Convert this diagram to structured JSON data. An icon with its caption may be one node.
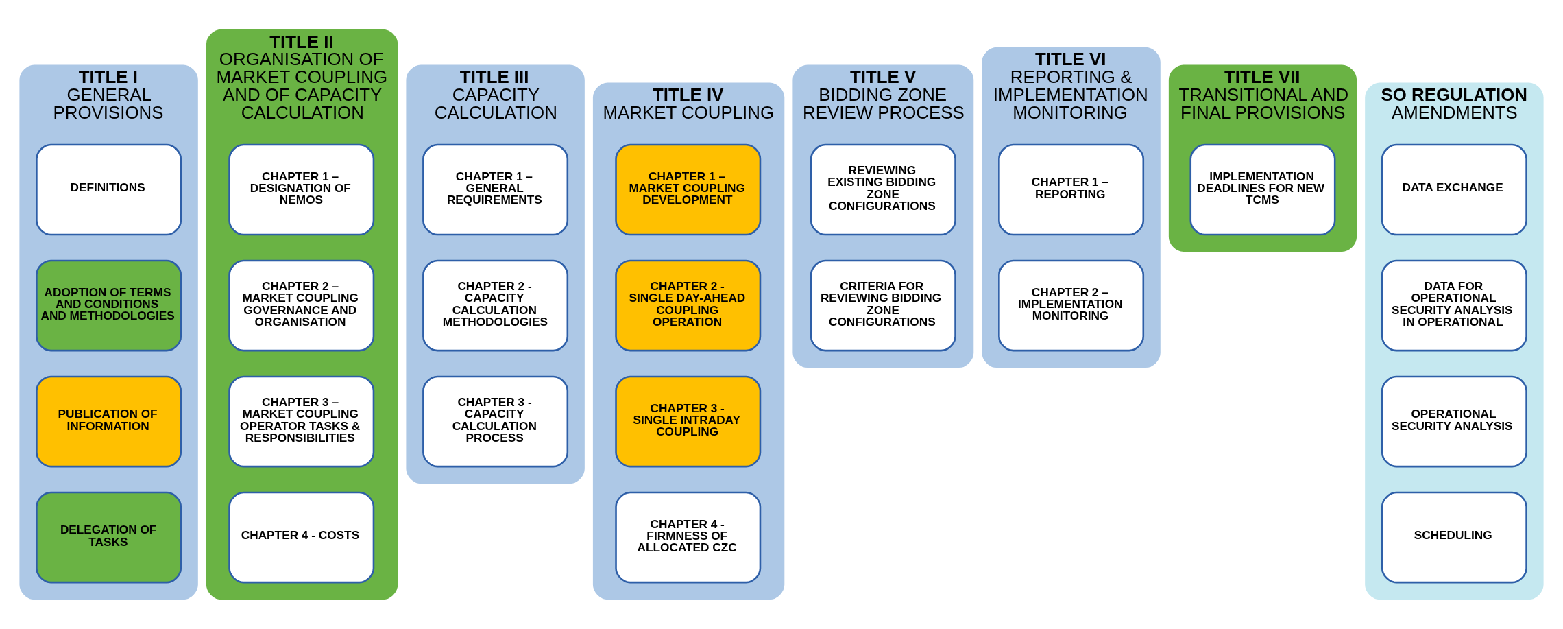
{
  "diagram": {
    "nodes": [
      {
        "text": [
          "TITLE I",
          "GENERAL PROVISIONS"
        ]
      },
      {
        "text": [
          "DEFINITIONS"
        ],
        "in": 0
      },
      {
        "text": [
          "ADOPTION OF TERMS AND CONDITIONS AND METHODOLOGIES"
        ],
        "in": 0
      },
      {
        "text": [
          "PUBLICATION OF INFORMATION"
        ],
        "in": 0
      },
      {
        "text": [
          "DELEGATION OF TASKS"
        ],
        "in": 0
      },
      {
        "text": [
          "TITLE II",
          "ORGANISATION OF MARKET COUPLING AND OF CAPACITY CALCULATION"
        ]
      },
      {
        "text": [
          "CHAPTER 1 – DESIGNATION OF NEMOS"
        ],
        "in": 5
      },
      {
        "text": [
          "CHAPTER 2 – MARKET COUPLING GOVERNANCE AND ORGANISATION"
        ],
        "in": 5
      },
      {
        "text": [
          "CHAPTER 3 – MARKET COUPLING OPERATOR TASKS & RESPONSIBILITIES"
        ],
        "in": 5
      },
      {
        "text": [
          "CHAPTER 4 - COSTS"
        ],
        "in": 5
      },
      {
        "text": [
          "TITLE III",
          "CAPACITY CALCULATION"
        ]
      },
      {
        "text": [
          "CHAPTER 1 – GENERAL REQUIREMENTS"
        ],
        "in": 10
      },
      {
        "text": [
          "CHAPTER 2 - CAPACITY CALCULATION METHODOLOGIES"
        ],
        "in": 10
      },
      {
        "text": [
          "CHAPTER 3 - CAPACITY CALCULATION PROCESS"
        ],
        "in": 10
      },
      {
        "text": [
          "TITLE IV",
          "MARKET COUPLING"
        ]
      },
      {
        "text": [
          "CHAPTER 1 – MARKET COUPLING DEVELOPMENT"
        ],
        "in": 14
      },
      {
        "text": [
          "CHAPTER 2 - SINGLE DAY-AHEAD COUPLING OPERATION"
        ],
        "in": 14
      },
      {
        "text": [
          "CHAPTER 3 - SINGLE INTRADAY COUPLING"
        ],
        "in": 14
      },
      {
        "text": [
          "CHAPTER 4 - FIRMNESS OF ALLOCATED CZC"
        ],
        "in": 14
      },
      {
        "text": [
          "TITLE V",
          "BIDDING ZONE REVIEW PROCESS"
        ]
      },
      {
        "text": [
          "REVIEWING EXISTING BIDDING ZONE CONFIGURATIONS"
        ],
        "in": 19
      },
      {
        "text": [
          "CRITERIA FOR REVIEWING BIDDING ZONE CONFIGURATIONS"
        ],
        "in": 19
      },
      {
        "text": [
          "TITLE VI",
          "REPORTING & IMPLEMENTATION MONITORING"
        ]
      },
      {
        "text": [
          "CHAPTER 1 – REPORTING"
        ],
        "in": 22
      },
      {
        "text": [
          "CHAPTER 2 – IMPLEMENTATION MONITORING"
        ],
        "in": 22
      },
      {
        "text": [
          "TITLE VII",
          "TRANSITIONAL AND FINAL PROVISIONS"
        ]
      },
      {
        "text": [
          "IMPLEMENTATION DEADLINES FOR NEW TCMS"
        ],
        "in": 25
      },
      {
        "text": [
          "SO REGULATION",
          "AMENDMENTS"
        ]
      },
      {
        "text": [
          "DATA EXCHANGE"
        ],
        "in": 27
      },
      {
        "text": [
          "DATA FOR OPERATIONAL SECURITY ANALYSIS IN OPERATIONAL"
        ],
        "in": 27
      },
      {
        "text": [
          "OPERATIONAL SECURITY ANALYSIS"
        ],
        "in": 27
      },
      {
        "text": [
          "SCHEDULING"
        ],
        "in": 27
      }
    ],
    "edges": []
  }
}
